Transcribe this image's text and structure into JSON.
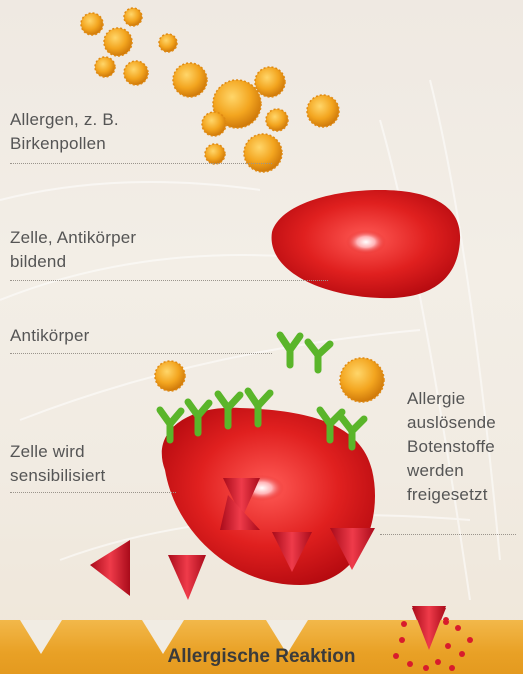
{
  "labels": {
    "allergen_line1": "Allergen, z. B.",
    "allergen_line2": "Birkenpollen",
    "cell_line1": "Zelle, Antikörper",
    "cell_line2": "bildend",
    "antibody": "Antikörper",
    "sensitized_line1": "Zelle wird",
    "sensitized_line2": "sensibilisiert",
    "messengers_line1": "Allergie",
    "messengers_line2": "auslösende",
    "messengers_line3": "Botenstoffe",
    "messengers_line4": "werden",
    "messengers_line5": "freigesetzt"
  },
  "footer": {
    "title": "Allergische Reaktion"
  },
  "colors": {
    "pollen": "#f0a21c",
    "cell": "#d8151b",
    "antibody": "#5ab52a",
    "messenger": "#d81b2c",
    "footer": "#e9a126"
  }
}
